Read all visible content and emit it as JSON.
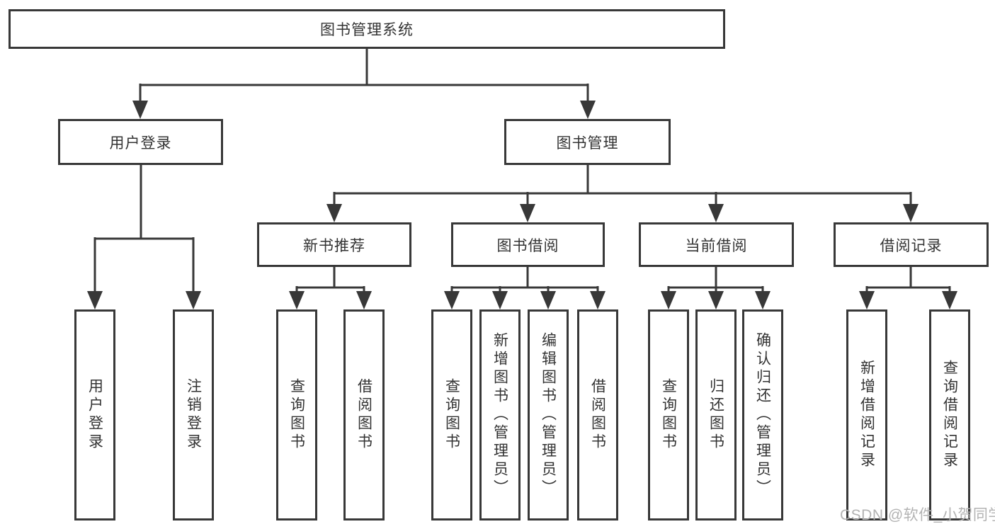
{
  "tree": {
    "root": {
      "label": "图书管理系统"
    },
    "login": {
      "label": "用户登录",
      "leaves": [
        {
          "label": "用户登录"
        },
        {
          "label": "注销登录"
        }
      ]
    },
    "mgmt": {
      "label": "图书管理"
    },
    "level2": [
      {
        "label": "新书推荐",
        "leaves": [
          {
            "label": "查询图书"
          },
          {
            "label": "借阅图书"
          }
        ]
      },
      {
        "label": "图书借阅",
        "leaves": [
          {
            "label": "查询图书"
          },
          {
            "label": "新增图书（管理员）"
          },
          {
            "label": "编辑图书（管理员）"
          },
          {
            "label": "借阅图书"
          }
        ]
      },
      {
        "label": "当前借阅",
        "leaves": [
          {
            "label": "查询图书"
          },
          {
            "label": "归还图书"
          },
          {
            "label": "确认归还（管理员）"
          }
        ]
      },
      {
        "label": "借阅记录",
        "leaves": [
          {
            "label": "新增借阅记录"
          },
          {
            "label": "查询借阅记录"
          }
        ]
      }
    ]
  },
  "watermark": {
    "text": "CSDN @软件_小贺同学"
  },
  "colors": {
    "line": "#383838",
    "text": "#333333",
    "watermark": "#b3b3b3",
    "background": "#ffffff"
  }
}
